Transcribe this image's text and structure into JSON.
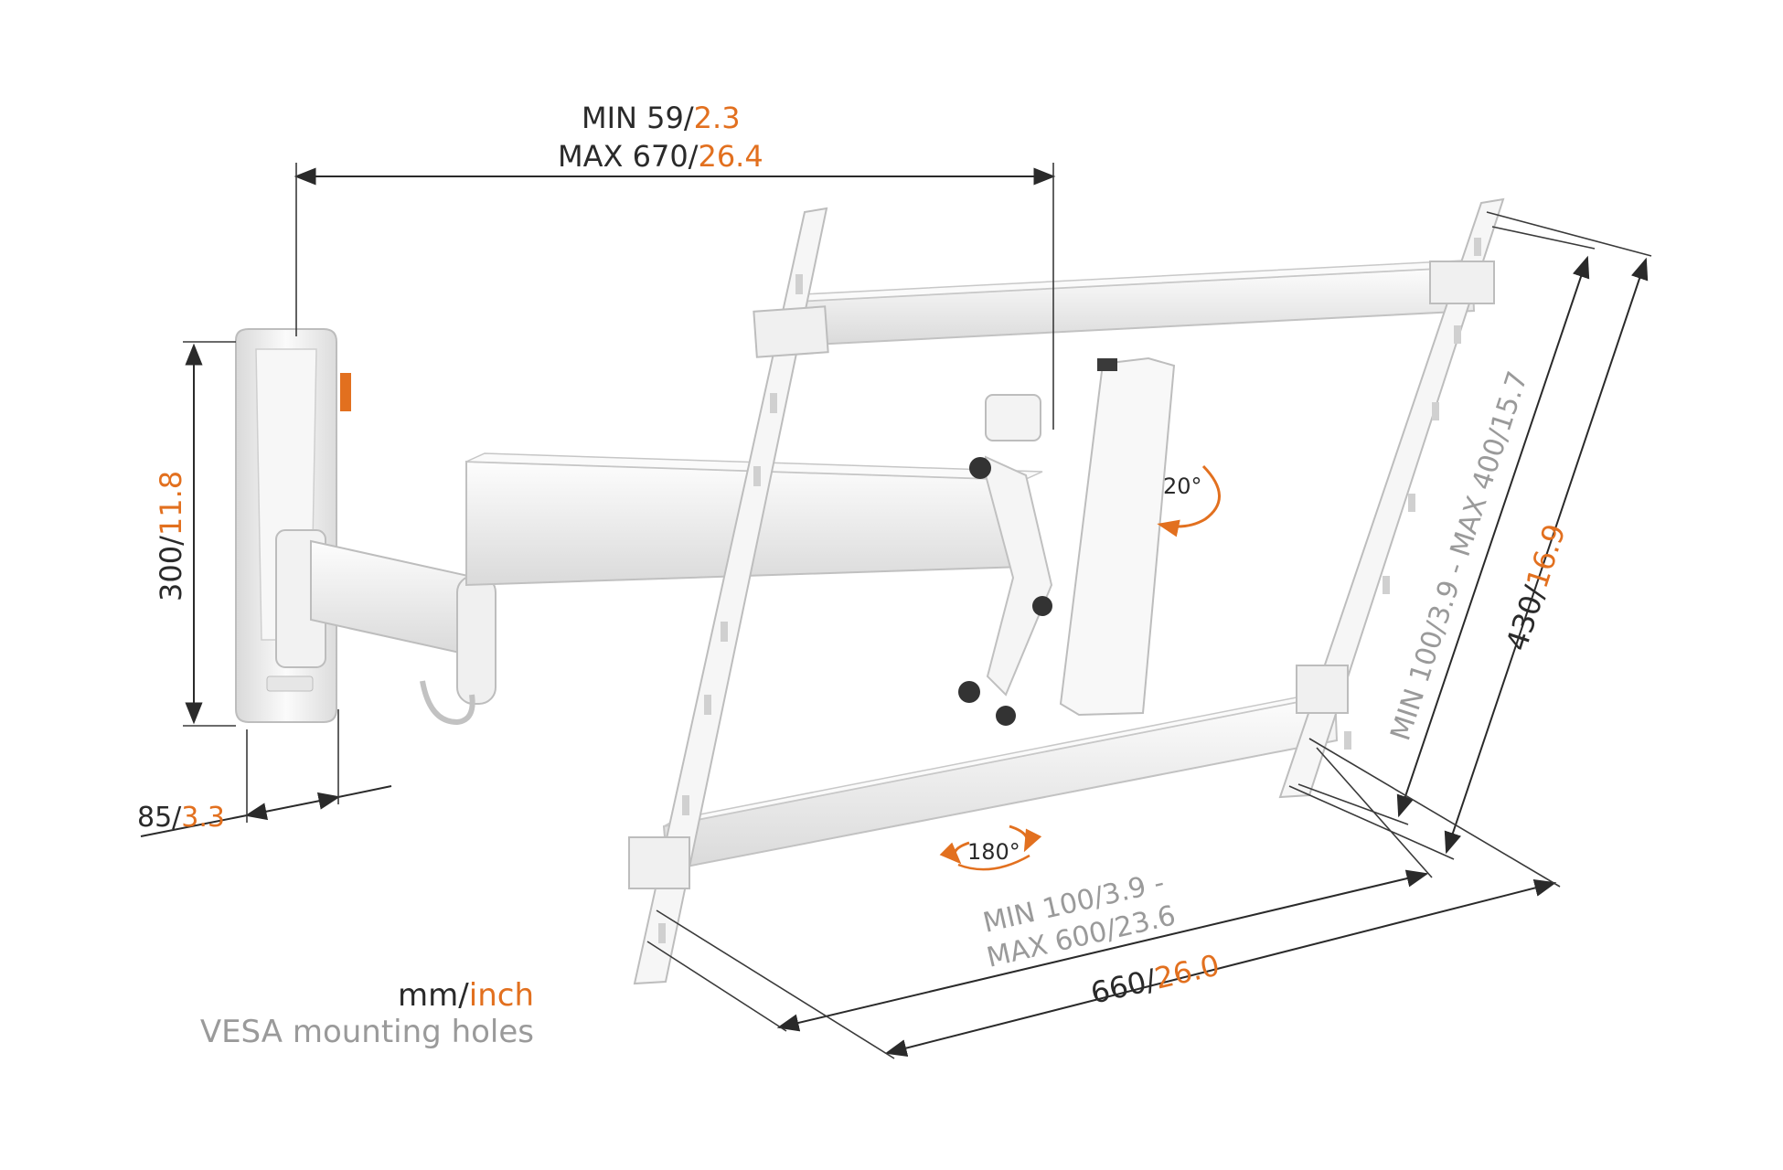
{
  "dimensions": {
    "distance_min_mm": "MIN 59/",
    "distance_min_in": "2.3",
    "distance_max_mm": "MAX 670/",
    "distance_max_in": "26.4",
    "height_mm": "300/",
    "height_in": "11.8",
    "depth_mm": "85/",
    "depth_in": "3.3",
    "vesa_vertical_min": "MIN 100/3.9 - MAX 400/15.7",
    "vertical_max_mm": "430/",
    "vertical_max_in": "16.9",
    "vesa_horizontal_min": "MIN 100/3.9 -",
    "vesa_horizontal_max": "MAX 600/23.6",
    "horizontal_max_mm": "660/",
    "horizontal_max_in": "26.0"
  },
  "angles": {
    "tilt": "20°",
    "swivel": "180°"
  },
  "legend": {
    "unit_mm": "mm/",
    "unit_in": "inch",
    "vesa_note": "VESA mounting holes"
  },
  "colors": {
    "metric": "#2a2a2a",
    "imperial": "#e2701f",
    "vesa_grey": "#9a9a9a",
    "mount_white": "#f4f4f4"
  }
}
